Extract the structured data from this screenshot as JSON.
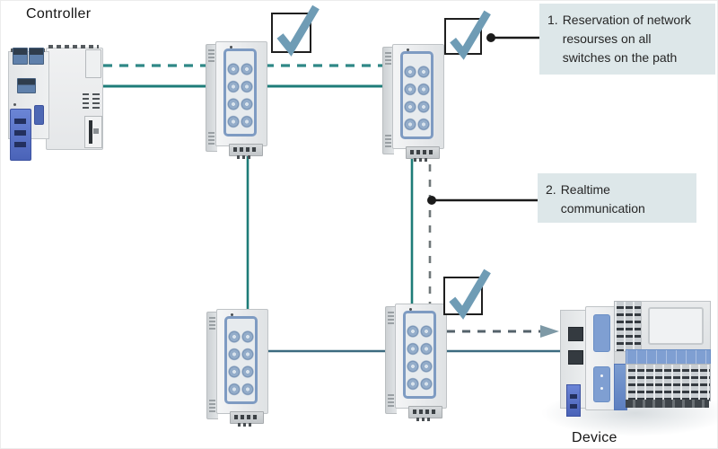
{
  "labels": {
    "controller": "Controller",
    "device": "Device"
  },
  "annotations": [
    {
      "number": "1.",
      "lines": [
        "Reservation of network",
        "resourses on all",
        "switches on the path"
      ]
    },
    {
      "number": "2.",
      "lines": [
        "Realtime",
        "communication"
      ]
    }
  ],
  "checkmarks": {
    "count": 3,
    "icon": "check-icon"
  },
  "switches": {
    "count": 4
  },
  "colors": {
    "solid_teal": "#1e7c78",
    "dashed_teal": "#2f8886",
    "dashed_gray": "#6f7779",
    "dashed_slate": "#54626b",
    "solid_slate": "#3c6b80",
    "arrow": "#7e99a6",
    "callout": "#1b1b1b",
    "check_blue": "#6f9cb5",
    "annotation_bg": "#dde7e9",
    "label_text": "#161616"
  }
}
